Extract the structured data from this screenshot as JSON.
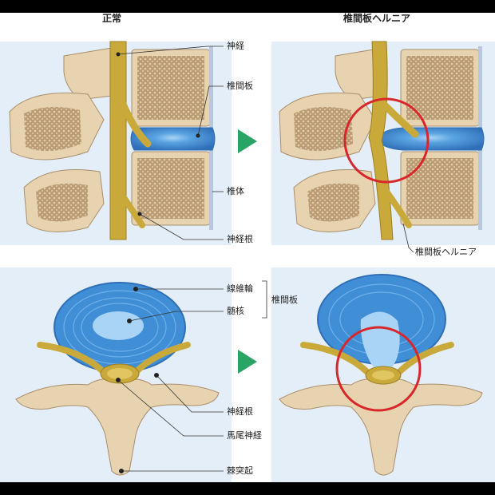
{
  "headers": {
    "normal": "正常",
    "hernia": "椎間板ヘルニア"
  },
  "labels": {
    "nerve": "神経",
    "disc": "椎間板",
    "body": "椎体",
    "root_top": "神経根",
    "hernia": "椎間板ヘルニア",
    "annulus": "線維輪",
    "nucleus": "髄核",
    "disc_group": "椎間板",
    "root_bottom": "神経根",
    "cauda": "馬尾神経",
    "spinous": "棘突起"
  },
  "colors": {
    "bone": "#e7d3b0",
    "bone_dark": "#a98e6a",
    "disc_blue": "#3f8ed6",
    "disc_light": "#a9d4f5",
    "nerve": "#c9a93a",
    "arrow": "#2aa464",
    "circle": "#d8272b",
    "bg_blue": "#e4eef8"
  }
}
